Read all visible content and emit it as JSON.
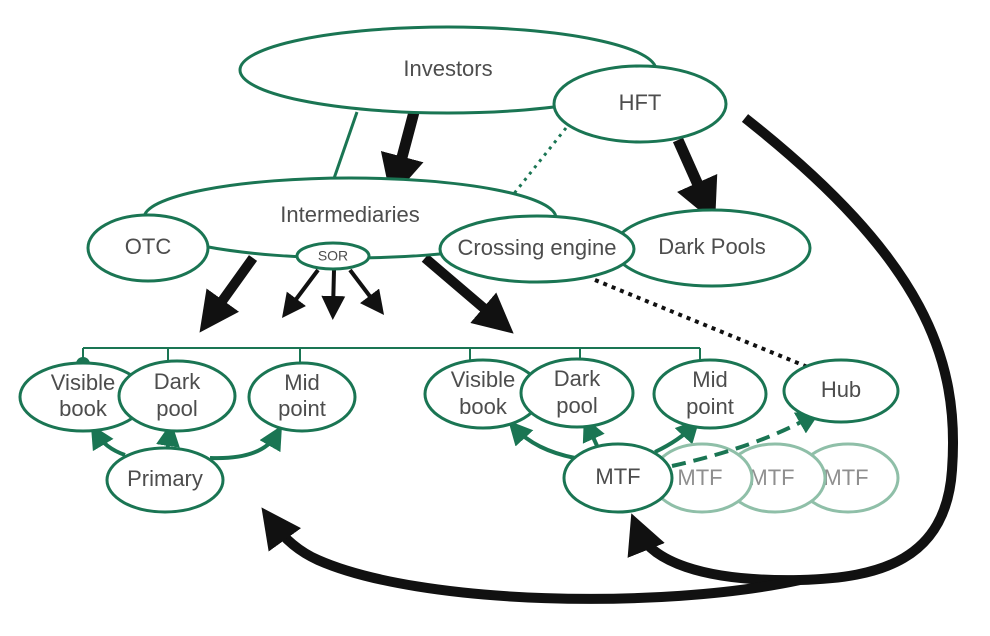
{
  "nodes": {
    "investors": "Investors",
    "hft": "HFT",
    "intermediaries": "Intermediaries",
    "sor": "SOR",
    "otc": "OTC",
    "crossing_engine": "Crossing engine",
    "dark_pools": "Dark Pools",
    "left_visible_book": [
      "Visible",
      "book"
    ],
    "left_dark_pool": [
      "Dark",
      "pool"
    ],
    "left_mid_point": [
      "Mid",
      "point"
    ],
    "primary": "Primary",
    "right_visible_book": [
      "Visible",
      "book"
    ],
    "right_dark_pool": [
      "Dark",
      "pool"
    ],
    "right_mid_point": [
      "Mid",
      "point"
    ],
    "hub": "Hub",
    "mtf": "MTF",
    "mtf_copies": [
      "MTF",
      "MTF",
      "MTF"
    ]
  },
  "colors": {
    "green": "#1a7553",
    "faded_green": "#8fbfa8",
    "black": "#111111",
    "text": "#4d4d4d"
  }
}
